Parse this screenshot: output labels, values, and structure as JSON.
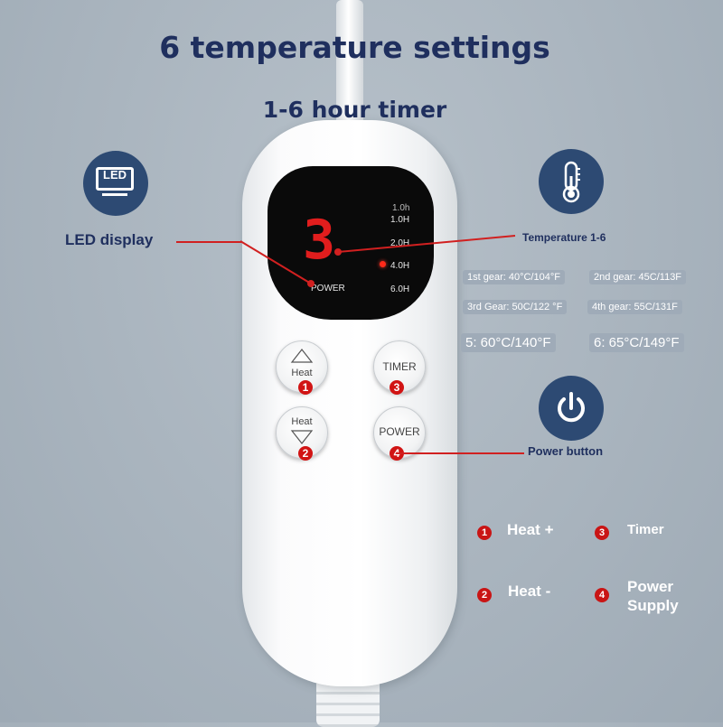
{
  "header": {
    "title": "6 temperature settings",
    "subtitle": "1-6 hour timer"
  },
  "display": {
    "digit": "3",
    "power_label": "POWER",
    "timer_labels": [
      "1.0h",
      "1.0H",
      "2.0H",
      "4.0H",
      "6.0H"
    ],
    "active_timer": "4.0H"
  },
  "buttons": {
    "heat_up": "Heat",
    "heat_down": "Heat",
    "timer": "TIMER",
    "power": "POWER",
    "badges": [
      "1",
      "2",
      "3",
      "4"
    ]
  },
  "callouts": {
    "led_display": "LED display",
    "temperature": "Temperature 1-6",
    "power_button": "Power button"
  },
  "icons": {
    "led": "LED",
    "thermometer": "thermometer-icon",
    "power": "power-icon"
  },
  "gears": [
    "1st gear: 40°C/104°F",
    "2nd gear: 45C/113F",
    "3rd Gear: 50C/122 °F",
    "4th gear: 55C/131F",
    "5: 60°C/140°F",
    "6: 65°C/149°F"
  ],
  "legend": [
    {
      "num": "1",
      "label": "Heat +"
    },
    {
      "num": "3",
      "label": "Timer"
    },
    {
      "num": "2",
      "label": "Heat -"
    },
    {
      "num": "4",
      "label": "Power Supply"
    }
  ],
  "colors": {
    "accent_red": "#d12020",
    "navy": "#1f2f5e",
    "icon_circle": "#2d4a73"
  }
}
